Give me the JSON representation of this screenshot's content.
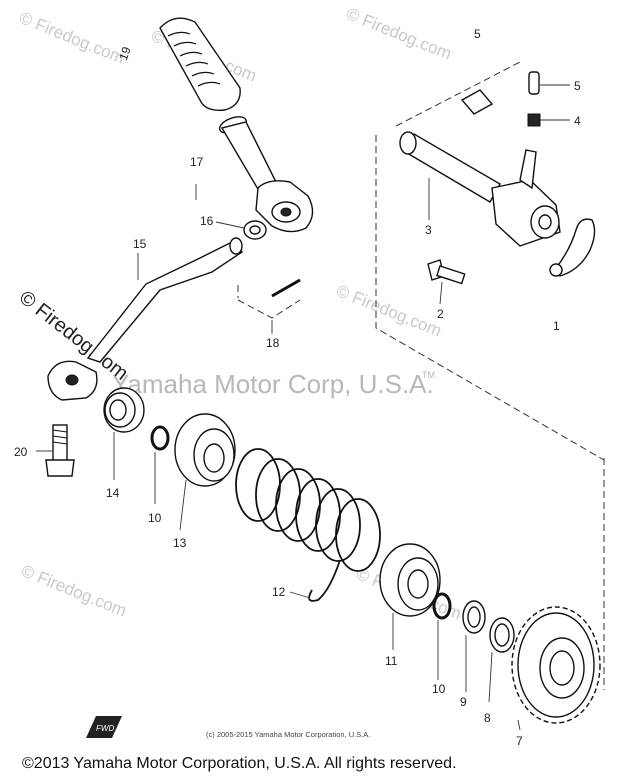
{
  "watermark": {
    "brand": "© Firedog.com",
    "center_text": "Yamaha Motor Corp, U.S.A.",
    "tm": "TM"
  },
  "footer": {
    "copyright_small": "(c) 2005-2015 Yamaha Motor Corporation, U.S.A.",
    "copyright_main": "©2013 Yamaha Motor Corporation, U.S.A. All rights reserved."
  },
  "direction_marker": "FWD",
  "callouts": {
    "c1": "1",
    "c2": "2",
    "c3": "3",
    "c4": "4",
    "c5a": "5",
    "c5b": "5",
    "c7": "7",
    "c8": "8",
    "c9": "9",
    "c10a": "10",
    "c10b": "10",
    "c11": "11",
    "c12": "12",
    "c13": "13",
    "c14": "14",
    "c15": "15",
    "c16": "16",
    "c17": "17",
    "c18": "18",
    "c19": "19",
    "c20": "20"
  }
}
